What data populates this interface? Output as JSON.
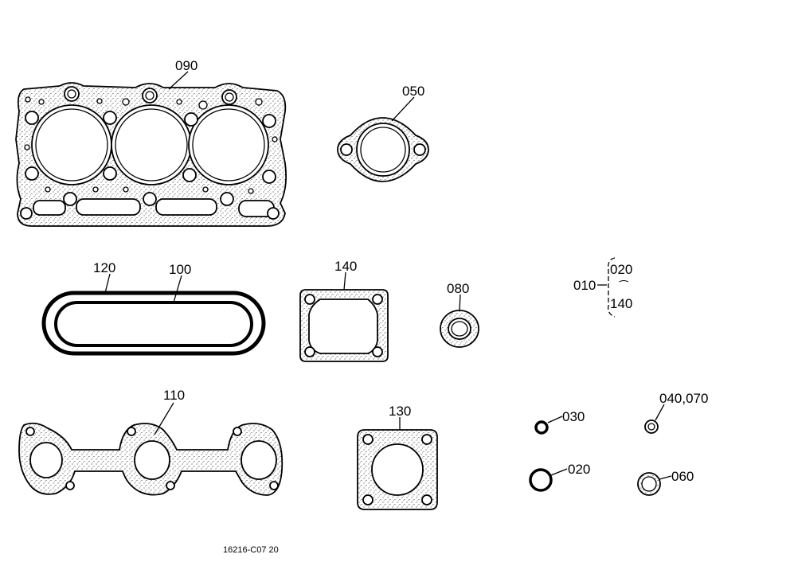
{
  "diagram": {
    "labels": {
      "p090": "090",
      "p050": "050",
      "p120": "120",
      "p100": "100",
      "p140": "140",
      "p080": "080",
      "p010": "010",
      "p010_top": "020",
      "p010_sep": "⁀",
      "p010_bottom": "140",
      "p110": "110",
      "p130": "130",
      "p030": "030",
      "p040": "040,070",
      "p020": "020",
      "p060": "060"
    },
    "footer": "16216-C07 20"
  },
  "colors": {
    "line": "#000000",
    "background": "#ffffff"
  }
}
